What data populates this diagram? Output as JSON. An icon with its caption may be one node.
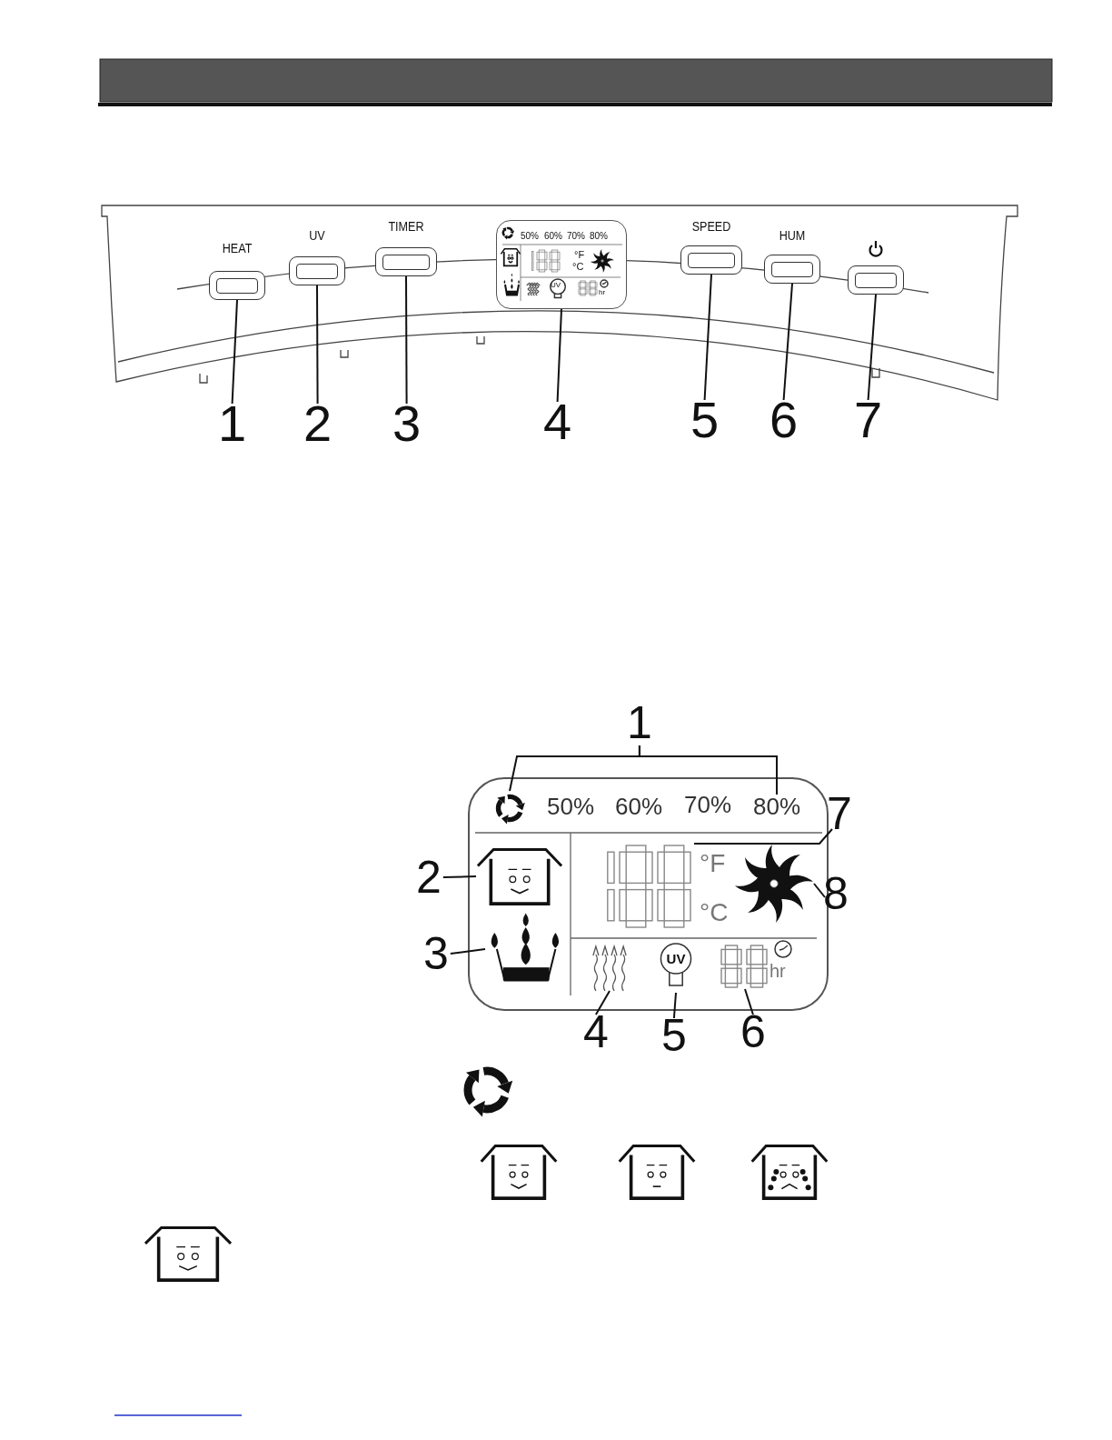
{
  "diagram": {
    "nodes": [
      {
        "text": [
          "HEAT"
        ]
      },
      {
        "text": [
          "UV"
        ]
      },
      {
        "text": [
          "TIMER"
        ]
      },
      {
        "text": [
          "50%",
          "60%",
          "70%",
          "80%",
          "°F",
          "°C",
          "UV",
          "hr"
        ]
      },
      {
        "text": [
          "SPEED"
        ]
      },
      {
        "text": [
          "HUM"
        ]
      },
      {
        "text": [],
        "shape": "box"
      },
      {
        "text": [
          "1"
        ]
      },
      {
        "text": [
          "2"
        ]
      },
      {
        "text": [
          "3"
        ]
      },
      {
        "text": [
          "4"
        ]
      },
      {
        "text": [
          "5"
        ]
      },
      {
        "text": [
          "6"
        ]
      },
      {
        "text": [
          "7"
        ]
      },
      {
        "text": [
          "°F",
          "°C",
          "hr"
        ]
      },
      {
        "text": [],
        "shape": "arrows",
        "in": 14
      },
      {
        "text": [
          "50%"
        ],
        "in": 14
      },
      {
        "text": [
          "60%"
        ],
        "in": 14
      },
      {
        "text": [
          "70%"
        ],
        "in": 14
      },
      {
        "text": [
          "80%"
        ],
        "in": 14
      },
      {
        "text": [],
        "shape": "house",
        "in": 14
      },
      {
        "text": [],
        "shape": "basin",
        "in": 14
      },
      {
        "text": [],
        "shape": "digits",
        "in": 14
      },
      {
        "text": [],
        "shape": "fan",
        "in": 14
      },
      {
        "text": [],
        "shape": "waves",
        "in": 14
      },
      {
        "text": [
          "UV"
        ],
        "in": 14
      },
      {
        "text": [],
        "shape": "digits",
        "in": 14
      },
      {
        "text": [
          "1"
        ]
      },
      {
        "text": [
          "2"
        ]
      },
      {
        "text": [
          "3"
        ]
      },
      {
        "text": [
          "4"
        ]
      },
      {
        "text": [
          "5"
        ]
      },
      {
        "text": [
          "6"
        ]
      },
      {
        "text": [
          "7"
        ]
      },
      {
        "text": [
          "8"
        ]
      }
    ],
    "edges": [
      {
        "from": 7,
        "to": 0,
        "arrow": "none"
      },
      {
        "from": 8,
        "to": 1,
        "arrow": "none"
      },
      {
        "from": 9,
        "to": 2,
        "arrow": "none"
      },
      {
        "from": 10,
        "to": 3,
        "arrow": "none"
      },
      {
        "from": 11,
        "to": 4,
        "arrow": "none"
      },
      {
        "from": 12,
        "to": 5,
        "arrow": "none"
      },
      {
        "from": 13,
        "to": 6,
        "arrow": "none"
      },
      {
        "from": 27,
        "to": 15,
        "arrow": "none"
      },
      {
        "from": 27,
        "to": 19,
        "arrow": "none"
      },
      {
        "from": 28,
        "to": 20,
        "arrow": "none"
      },
      {
        "from": 29,
        "to": 21,
        "arrow": "none"
      },
      {
        "from": 30,
        "to": 24,
        "arrow": "none"
      },
      {
        "from": 31,
        "to": 25,
        "arrow": "none"
      },
      {
        "from": 32,
        "to": 26,
        "arrow": "none"
      },
      {
        "from": 33,
        "to": 22,
        "arrow": "none"
      },
      {
        "from": 34,
        "to": 23,
        "arrow": "none"
      }
    ]
  }
}
